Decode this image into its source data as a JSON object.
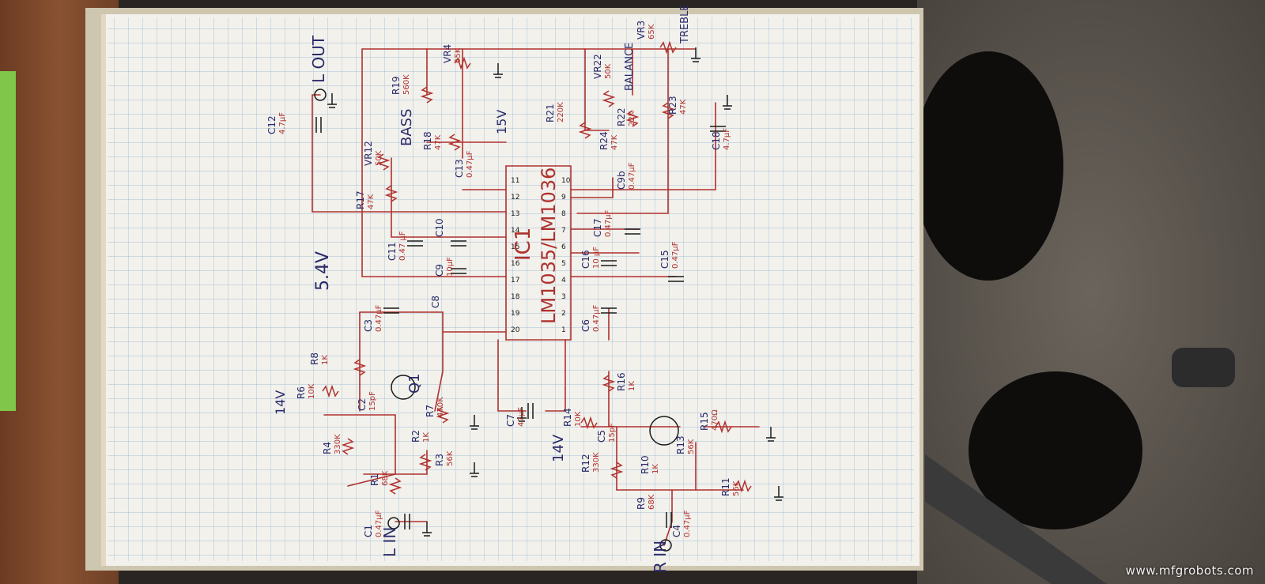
{
  "schematic": {
    "ic_designator": "IC1",
    "ic_part": "LM1035/LM1036",
    "pins_top": [
      "20",
      "19",
      "18",
      "17",
      "16",
      "15",
      "14",
      "13",
      "12",
      "11"
    ],
    "pins_bottom": [
      "1",
      "2",
      "3",
      "4",
      "5",
      "6",
      "7",
      "8",
      "9",
      "10"
    ],
    "inputs": {
      "left": "L IN",
      "right": "R IN"
    },
    "outputs": {
      "left": "L OUT"
    },
    "supply_rails": [
      "14V",
      "14V",
      "15V",
      "5.4V"
    ],
    "transistors": [
      "Q1"
    ],
    "controls": {
      "bass": "BASS",
      "balance": "BALANCE",
      "treble": "TREBLE"
    },
    "components": [
      {
        "ref": "R6",
        "value": "10K"
      },
      {
        "ref": "R4",
        "value": "330K"
      },
      {
        "ref": "R1",
        "value": "68K"
      },
      {
        "ref": "R8",
        "value": "1K"
      },
      {
        "ref": "R2",
        "value": "1K"
      },
      {
        "ref": "R3",
        "value": "56K"
      },
      {
        "ref": "R7",
        "value": "470K"
      },
      {
        "ref": "C1",
        "value": "0.47μF"
      },
      {
        "ref": "C2",
        "value": "15pF"
      },
      {
        "ref": "C3",
        "value": "0.47μF"
      },
      {
        "ref": "C7",
        "value": "47μF"
      },
      {
        "ref": "C11",
        "value": "0.47 μF"
      },
      {
        "ref": "C10",
        "value": ""
      },
      {
        "ref": "C9",
        "value": "10μF"
      },
      {
        "ref": "C8",
        "value": ""
      },
      {
        "ref": "C12",
        "value": "4.7μF"
      },
      {
        "ref": "VR12",
        "value": "50K"
      },
      {
        "ref": "R17",
        "value": "47K"
      },
      {
        "ref": "R18",
        "value": "47K"
      },
      {
        "ref": "R19",
        "value": "560K"
      },
      {
        "ref": "C13",
        "value": "0.47μF"
      },
      {
        "ref": "VR4",
        "value": "65K"
      },
      {
        "ref": "R14",
        "value": "10K"
      },
      {
        "ref": "R16",
        "value": "1K"
      },
      {
        "ref": "R12",
        "value": "330K"
      },
      {
        "ref": "C5",
        "value": "15pF"
      },
      {
        "ref": "R15",
        "value": "470Ω"
      },
      {
        "ref": "R13",
        "value": "56K"
      },
      {
        "ref": "R10",
        "value": "1K"
      },
      {
        "ref": "R11",
        "value": "56K"
      },
      {
        "ref": "R9",
        "value": "68K"
      },
      {
        "ref": "C4",
        "value": "0.47μF"
      },
      {
        "ref": "C6",
        "value": "0.47μF"
      },
      {
        "ref": "C16",
        "value": "10 μF"
      },
      {
        "ref": "C17",
        "value": "0.47μF"
      },
      {
        "ref": "C15",
        "value": "0.47μF"
      },
      {
        "ref": "C9b",
        "value": "0.47μF"
      },
      {
        "ref": "R24",
        "value": "47K"
      },
      {
        "ref": "R21",
        "value": "220K"
      },
      {
        "ref": "VR22",
        "value": "50K"
      },
      {
        "ref": "R22",
        "value": "22K"
      },
      {
        "ref": "R23",
        "value": "47K"
      },
      {
        "ref": "VR3",
        "value": "65K"
      },
      {
        "ref": "C18",
        "value": "4.7μF"
      }
    ]
  },
  "watermark": "www.mfgrobots.com",
  "colors": {
    "ink_red": "#b0302c",
    "ink_blue": "#2a2a6a",
    "ink_black": "#1a1a1a",
    "paper": "#f2f1ec",
    "grid": "#a8c0d4",
    "table": "#7a4a2e",
    "carpet": "#5a544e"
  }
}
